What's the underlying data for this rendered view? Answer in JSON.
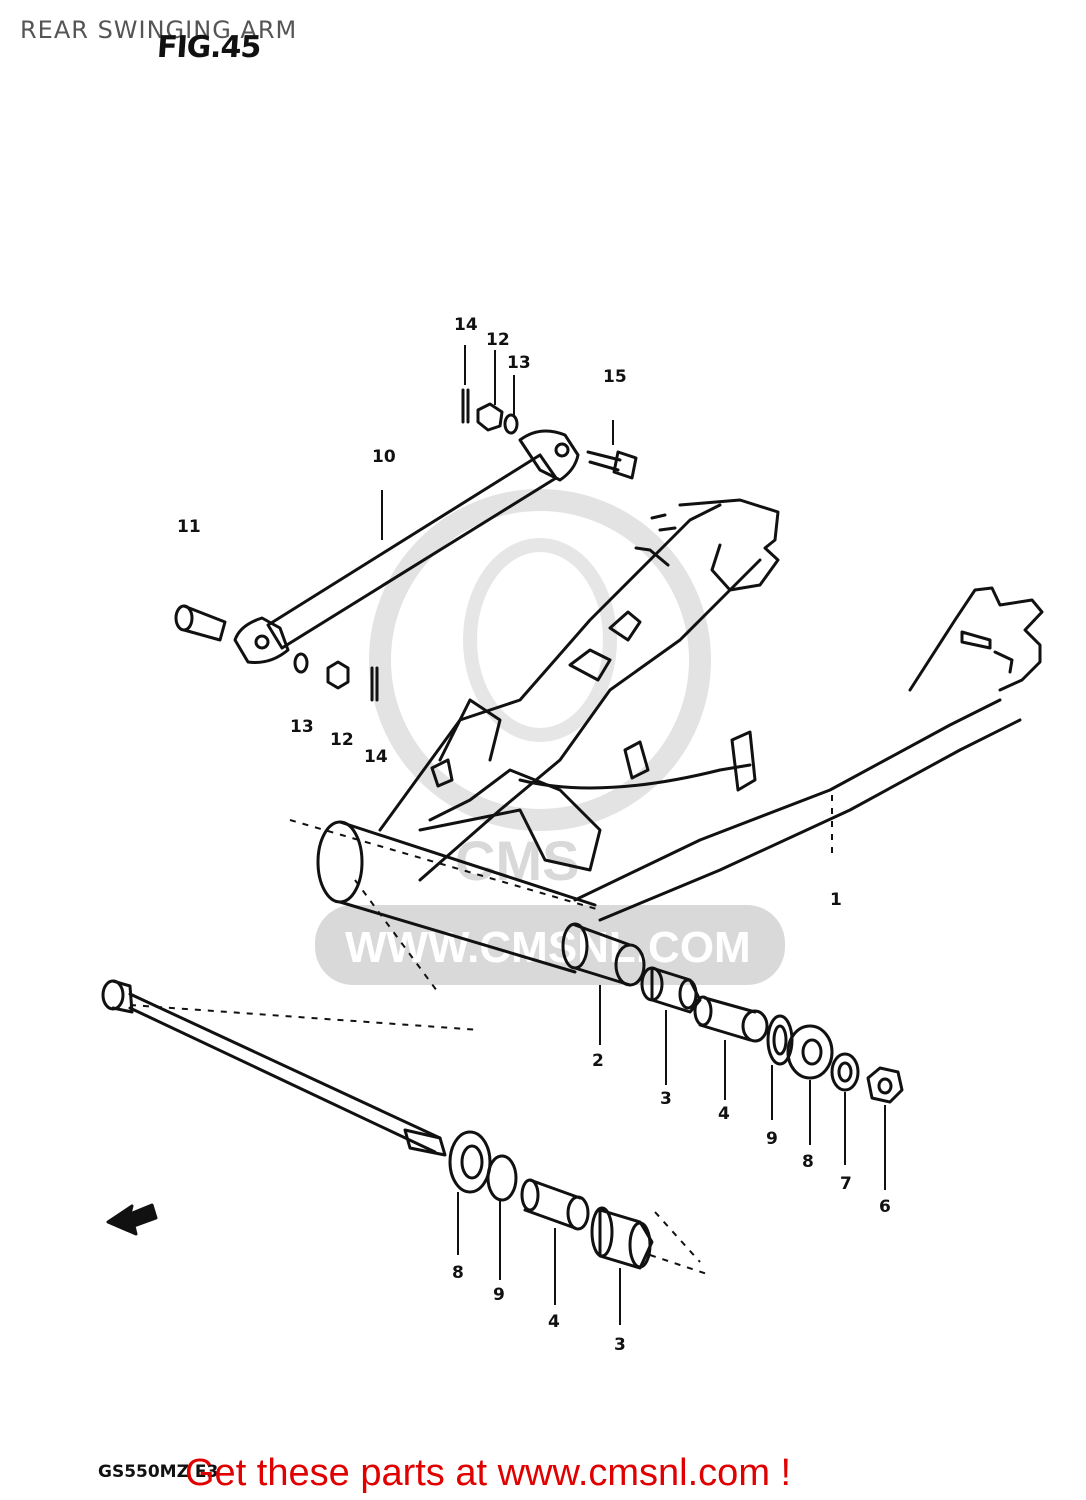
{
  "page": {
    "title": "REAR SWINGING ARM",
    "figure_label": "FIG.45",
    "model_code": "GS550MZ E3",
    "promo": "Get these parts at www.cmsnl.com !"
  },
  "watermark": {
    "brand": "CMS",
    "url": "WWW.CMSNL.COM",
    "color": "#d9d9d9"
  },
  "colors": {
    "line": "#111111",
    "promo": "#e00000",
    "title": "#555555"
  },
  "callouts": {
    "c14a": "14",
    "c12a": "12",
    "c13a": "13",
    "c15": "15",
    "c10": "10",
    "c11": "11",
    "c13b": "13",
    "c12b": "12",
    "c14b": "14",
    "c1": "1",
    "c2": "2",
    "c3a": "3",
    "c4a": "4",
    "c9a": "9",
    "c8a": "8",
    "c7": "7",
    "c6": "6",
    "c8b": "8",
    "c9b": "9",
    "c4b": "4",
    "c3b": "3"
  }
}
